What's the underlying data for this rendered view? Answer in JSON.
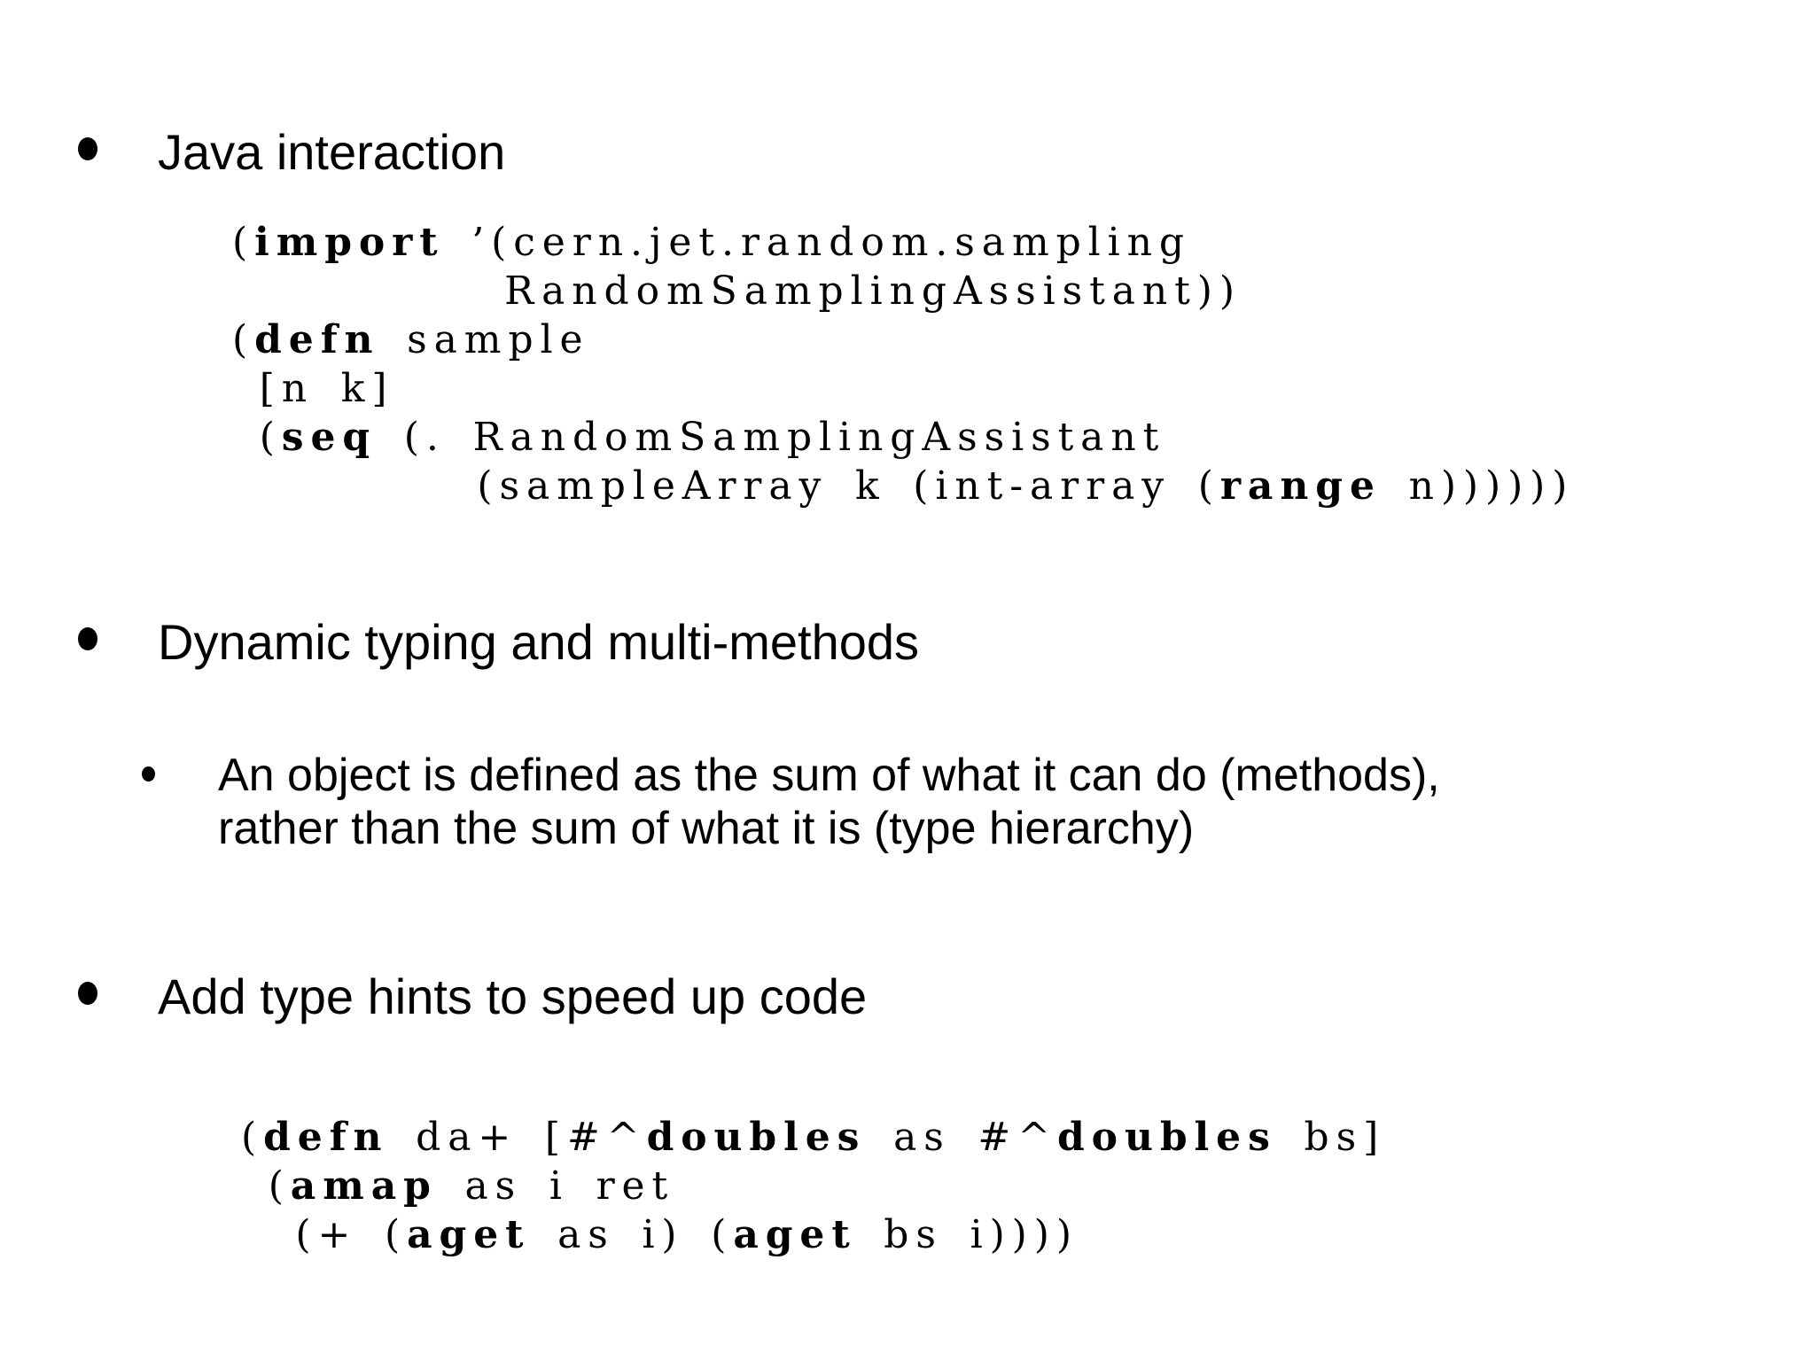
{
  "slide": {
    "background_color": "#ffffff",
    "text_color": "#000000",
    "bullets": [
      {
        "text": "Java interaction"
      },
      {
        "text": "Dynamic typing and multi-methods"
      },
      {
        "text": "Add type hints to speed up code"
      }
    ],
    "sub_bullets": [
      {
        "lines": [
          "An object is defined as the sum of what it can do (methods),",
          "rather than the sum of what it is (type hierarchy)"
        ]
      }
    ],
    "code_blocks": [
      {
        "lines": [
          [
            {
              "t": "(",
              "b": false
            },
            {
              "t": "import",
              "b": true
            },
            {
              "t": " ’(cern.jet.random.sampling",
              "b": false
            }
          ],
          [
            {
              "t": "          RandomSamplingAssistant))",
              "b": false
            }
          ],
          [
            {
              "t": "(",
              "b": false
            },
            {
              "t": "defn",
              "b": true
            },
            {
              "t": " sample",
              "b": false
            }
          ],
          [
            {
              "t": " [n k]",
              "b": false
            }
          ],
          [
            {
              "t": " (",
              "b": false
            },
            {
              "t": "seq",
              "b": true
            },
            {
              "t": " (. RandomSamplingAssistant",
              "b": false
            }
          ],
          [
            {
              "t": "         (sampleArray k (int-array (",
              "b": false
            },
            {
              "t": "range",
              "b": true
            },
            {
              "t": " n))))))",
              "b": false
            }
          ]
        ]
      },
      {
        "lines": [
          [
            {
              "t": "(",
              "b": false
            },
            {
              "t": "defn",
              "b": true
            },
            {
              "t": " da+ [#^",
              "b": false
            },
            {
              "t": "doubles",
              "b": true
            },
            {
              "t": " as #^",
              "b": false
            },
            {
              "t": "doubles",
              "b": true
            },
            {
              "t": " bs]",
              "b": false
            }
          ],
          [
            {
              "t": " (",
              "b": false
            },
            {
              "t": "amap",
              "b": true
            },
            {
              "t": " as i ret",
              "b": false
            }
          ],
          [
            {
              "t": "  (+ (",
              "b": false
            },
            {
              "t": "aget",
              "b": true
            },
            {
              "t": " as i) (",
              "b": false
            },
            {
              "t": "aget",
              "b": true
            },
            {
              "t": " bs i))))",
              "b": false
            }
          ]
        ]
      }
    ]
  }
}
